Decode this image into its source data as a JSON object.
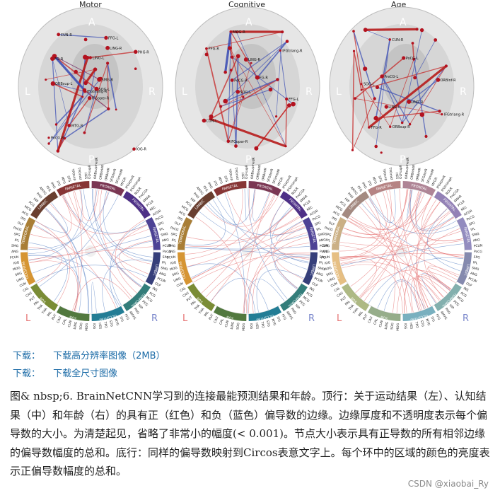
{
  "figure": {
    "panels": [
      {
        "title": "Motor"
      },
      {
        "title": "Cognitive"
      },
      {
        "title": "Age"
      }
    ],
    "orientation": {
      "anterior": "A",
      "posterior": "P",
      "left": "L",
      "right": "R"
    },
    "brain_labels": {
      "motor": [
        "IFGoper-R",
        "FG-R",
        "IFGtriang-R",
        "PoCG-R",
        "SMG-R",
        "MTG-R",
        "FFG-L",
        "LING-L",
        "LING-R",
        "SOG-L",
        "CUN-R",
        "IOG-R",
        "ORBsup-L",
        "PHG-R"
      ],
      "cognitive": [
        "IFGoper-R",
        "FG-R",
        "IFGtriang-R",
        "PoCG-R",
        "FFG-L",
        "FFG-R",
        "LING-R",
        "SOG-L",
        "MOG-R",
        "CUN-L"
      ],
      "age": [
        "PreCG-L",
        "IFGtriang-R",
        "ORBinf-R",
        "ORBsup-R",
        "FFG-R",
        "LING-R",
        "LING-L",
        "SOG-L",
        "CUN-R",
        "PoCG-L"
      ]
    },
    "circos": {
      "lobes": [
        "FRONTAL",
        "FRONTAL",
        "PARIETAL",
        "LIMBIC",
        "TEMPORAL",
        "OCCIPITAL",
        "SUB",
        "SUB",
        "OCCIPITAL",
        "TEMPORAL",
        "LIMBIC",
        "PARIETAL"
      ],
      "top_labels": [
        "OLFsupR",
        "ORBsupmedR",
        "ORBmidR",
        "ORBinfR",
        "SFGdorR",
        "SFGmedR",
        "MFGR",
        "IFGoperR",
        "IFGtriangR",
        "ROLR",
        "PreCGR",
        "SMAR",
        "PCLR",
        "REC",
        "ACGR",
        "PoCG",
        "SPG",
        "IPL",
        "SMG",
        "ANG",
        "PCUN"
      ],
      "left_labels": [
        "PCUN",
        "ANG",
        "SMG",
        "IPL",
        "SPG",
        "PoCG",
        "OLF",
        "INS",
        "ACG",
        "MCG",
        "PCG",
        "HIP",
        "PHG",
        "AMYG",
        "FFG",
        "PHG",
        "ITG",
        "MTG",
        "STG",
        "TPOsup",
        "TPOmid",
        "HES"
      ],
      "right_labels": [
        "PoCG",
        "SPG",
        "IPL",
        "SMG",
        "ANG",
        "PCUN",
        "OLF",
        "INS",
        "ACG",
        "MCG",
        "PCG",
        "HIP",
        "PHG",
        "AMYG",
        "FFG",
        "ITG",
        "MTG",
        "STG",
        "TPO",
        "HES"
      ],
      "bottom_labels": [
        "IOG",
        "MOG",
        "SOG",
        "LING",
        "CUN",
        "CAL",
        "CAU",
        "PUT",
        "PAL",
        "THA",
        "THA",
        "PAL",
        "PUT",
        "CAU",
        "CAL",
        "CUN",
        "LING",
        "SOG",
        "MOG",
        "IOG"
      ],
      "side_L": "L",
      "side_R": "R"
    }
  },
  "links": {
    "download_label_1": "下载：",
    "download_text_1": "下载高分辨率图像（2MB）",
    "download_label_2": "下载：",
    "download_text_2": "下载全尺寸图像"
  },
  "caption": {
    "text": "图& nbsp;6. BrainNetCNN学习到的连接最能预测结果和年龄。顶行：关于运动结果（左）、认知结果（中）和年龄（右）的具有正（红色）和负（蓝色）偏导数的边缘。边缘厚度和不透明度表示每个偏导数的大小。为清楚起见，省略了非常小的幅度(< 0.001)。节点大小表示具有正导数的所有相邻边缘的偏导数幅度的总和。底行：同样的偏导数映射到Circos表意文字上。每个环中的区域的颜色的亮度表示正偏导数幅度的总和。"
  },
  "watermark": "CSDN @xiaobai_Ry",
  "colors": {
    "link": "#1a6aa6",
    "positive": "#c0392b",
    "negative": "#3b4cc0"
  }
}
